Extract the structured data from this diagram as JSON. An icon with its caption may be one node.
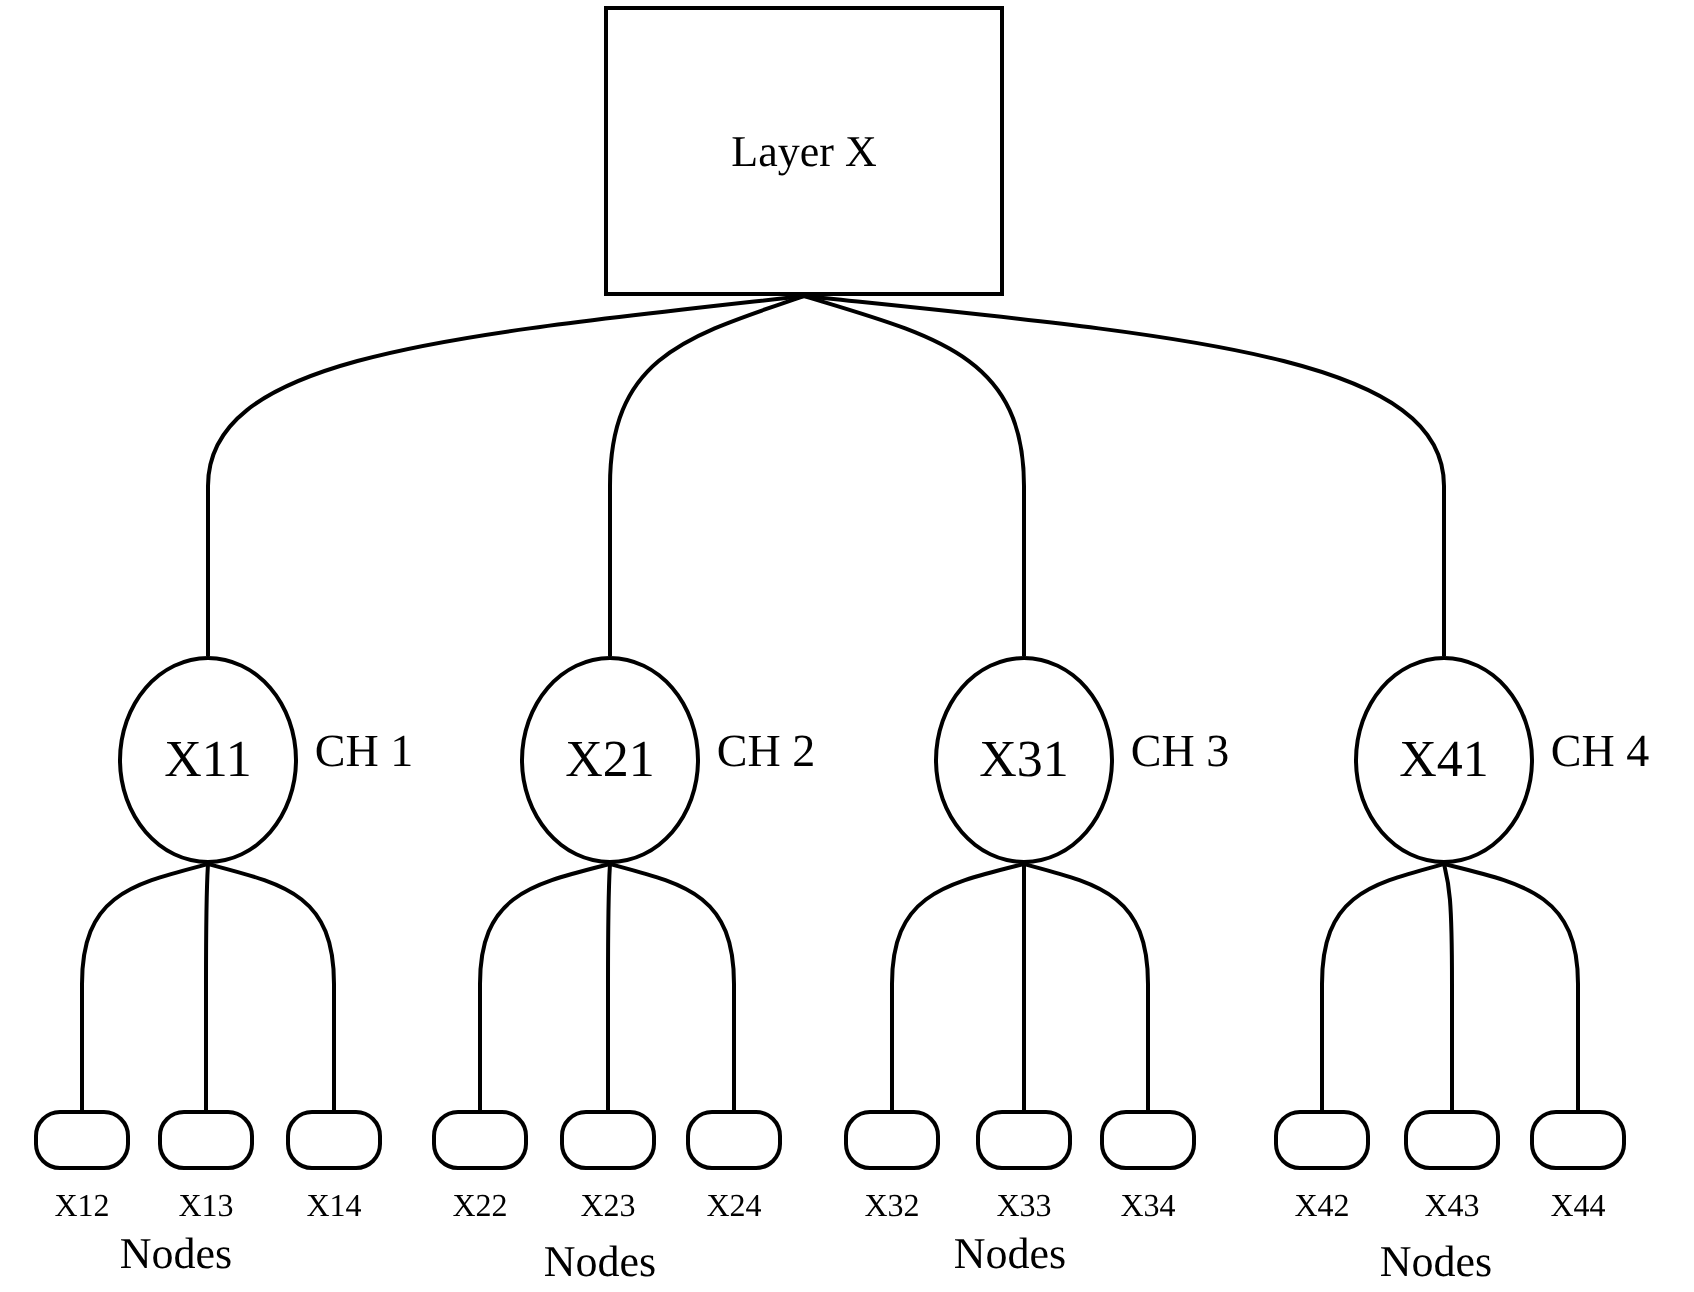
{
  "diagram": {
    "nodes": [
      {
        "text": [
          "Layer X"
        ]
      },
      {
        "text": [
          "X11"
        ],
        "beside": [
          "CH 1"
        ]
      },
      {
        "text": [
          "X21"
        ],
        "beside": [
          "CH 2"
        ]
      },
      {
        "text": [
          "X31"
        ],
        "beside": [
          "CH 3"
        ]
      },
      {
        "text": [
          "X41"
        ],
        "beside": [
          "CH 4"
        ]
      },
      {
        "text": [],
        "shape": "box",
        "beside": [
          "X12"
        ]
      },
      {
        "text": [],
        "shape": "box",
        "beside": [
          "X13"
        ]
      },
      {
        "text": [],
        "shape": "box",
        "beside": [
          "X14"
        ]
      },
      {
        "text": [],
        "shape": "box",
        "beside": [
          "X22"
        ]
      },
      {
        "text": [],
        "shape": "box",
        "beside": [
          "X23"
        ]
      },
      {
        "text": [],
        "shape": "box",
        "beside": [
          "X24"
        ]
      },
      {
        "text": [],
        "shape": "box",
        "beside": [
          "X32"
        ]
      },
      {
        "text": [],
        "shape": "box",
        "beside": [
          "X33"
        ]
      },
      {
        "text": [],
        "shape": "box",
        "beside": [
          "X34"
        ]
      },
      {
        "text": [],
        "shape": "box",
        "beside": [
          "X42"
        ]
      },
      {
        "text": [],
        "shape": "box",
        "beside": [
          "X43"
        ]
      },
      {
        "text": [],
        "shape": "box",
        "beside": [
          "X44"
        ]
      }
    ],
    "edges": [
      {
        "from": 0,
        "to": 1,
        "arrow": "none"
      },
      {
        "from": 0,
        "to": 2,
        "arrow": "none"
      },
      {
        "from": 0,
        "to": 3,
        "arrow": "none"
      },
      {
        "from": 0,
        "to": 4,
        "arrow": "none"
      },
      {
        "from": 1,
        "to": 5,
        "arrow": "none"
      },
      {
        "from": 1,
        "to": 6,
        "arrow": "none"
      },
      {
        "from": 1,
        "to": 7,
        "arrow": "none"
      },
      {
        "from": 2,
        "to": 8,
        "arrow": "none"
      },
      {
        "from": 2,
        "to": 9,
        "arrow": "none"
      },
      {
        "from": 2,
        "to": 10,
        "arrow": "none"
      },
      {
        "from": 3,
        "to": 11,
        "arrow": "none"
      },
      {
        "from": 3,
        "to": 12,
        "arrow": "none"
      },
      {
        "from": 3,
        "to": 13,
        "arrow": "none"
      },
      {
        "from": 4,
        "to": 14,
        "arrow": "none"
      },
      {
        "from": 4,
        "to": 15,
        "arrow": "none"
      },
      {
        "from": 4,
        "to": 16,
        "arrow": "none"
      }
    ],
    "labels": [
      "Nodes",
      "Nodes",
      "Nodes",
      "Nodes"
    ]
  }
}
